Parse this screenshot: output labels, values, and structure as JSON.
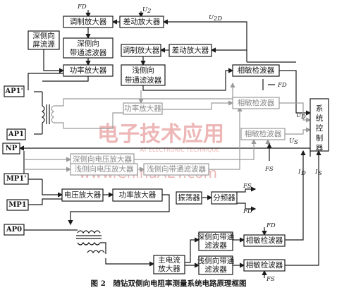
{
  "blocks": {
    "mod_amp_1": "调制放大器",
    "diff_amp_1": "差动放大器",
    "deep_bpf_1_l1": "深侧向",
    "deep_bpf_1_l2": "带通滤波器",
    "deep_shield_l1": "深侧向",
    "deep_shield_l2": "屏流源",
    "power_amp_1": "功率放大器",
    "mod_amp_2": "调制放大器",
    "diff_amp_2": "差动放大器",
    "shallow_bpf_1_l1": "浅侧向",
    "shallow_bpf_1_l2": "带通滤波器",
    "phase_det_1": "相敏检波器",
    "power_amp_2": "功率放大器",
    "phase_det_2": "相敏检波器",
    "phase_det_3": "相敏检波器",
    "controller": "系统控制器",
    "deep_volt_amp": "深侧向电压放大器",
    "shallow_volt_amp": "浅侧向电压放大器",
    "shallow_bpf_2": "浅侧向带通滤波器",
    "volt_amp": "电压放大器",
    "power_amp_3": "功率放大器",
    "oscillator": "振荡器",
    "divider": "分频器",
    "deep_bpf_2_l1": "深侧向带通",
    "deep_bpf_2_l2": "滤波器",
    "phase_det_4": "相敏检波器",
    "main_curr_amp_l1": "主电流",
    "main_curr_amp_l2": "放大器",
    "shallow_bpf_3_l1": "浅侧向带通",
    "shallow_bpf_3_l2": "滤波器",
    "phase_det_5": "相敏检波器"
  },
  "terminals": {
    "ap1_top": "AP1'",
    "ap1": "AP1",
    "np": "NP",
    "mp1_top": "MP1'",
    "mp1": "MP1",
    "ap0": "AP0"
  },
  "signals": {
    "fd_top": "FD",
    "u2": "U",
    "u2_sub": "2",
    "u2d": "U",
    "u2d_sub": "2D",
    "fd_mid": "FD",
    "ud": "U",
    "ud_sub": "D",
    "us": "U",
    "us_sub": "S",
    "fs_mid": "FS",
    "id": "I",
    "id_sub": "D",
    "is": "I",
    "is_sub": "S",
    "fs_osc": "FS",
    "fd_osc": "FD",
    "fd_low": "FD",
    "fs_low": "FS"
  },
  "watermark": {
    "cn": "电子技术应用",
    "en": "AT ELECTRONIC TECHNIQUE",
    "url": "www.ChinaAET.com"
  },
  "caption": "图 2　随钻双侧向电阻率测量系统电路原理框图",
  "colors": {
    "ink": "#1a1a1a",
    "gray": "#9a9a9a",
    "watermark": "#e8a0a0"
  }
}
